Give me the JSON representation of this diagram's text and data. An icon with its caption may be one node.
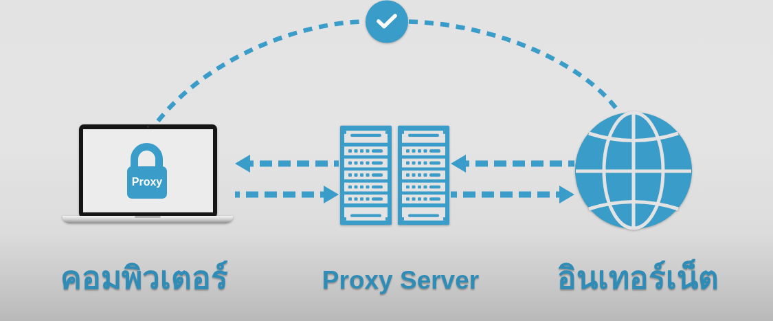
{
  "diagram": {
    "nodes": [
      {
        "text": [],
        "shape": "picture",
        "beside": [
          "คอมพิวเตอร์"
        ]
      },
      {
        "text": [
          "Proxy"
        ],
        "in": 0
      },
      {
        "text": [],
        "shape": "picture",
        "beside": [
          "Proxy Server"
        ]
      },
      {
        "text": [],
        "shape": "picture",
        "beside": [
          "อินเทอร์เน็ต"
        ]
      },
      {
        "text": [],
        "shape": "circle"
      }
    ],
    "edges": [
      {
        "from": 2,
        "to": 0,
        "arrow": "to",
        "style": "dashed"
      },
      {
        "from": 0,
        "to": 2,
        "arrow": "to",
        "style": "dashed"
      },
      {
        "from": 3,
        "to": 2,
        "arrow": "to",
        "style": "dashed"
      },
      {
        "from": 2,
        "to": 3,
        "arrow": "to",
        "style": "dashed"
      },
      {
        "from": 0,
        "to": 4,
        "arrow": "none",
        "style": "dashed"
      },
      {
        "from": 4,
        "to": 3,
        "arrow": "none",
        "style": "dashed"
      }
    ]
  }
}
